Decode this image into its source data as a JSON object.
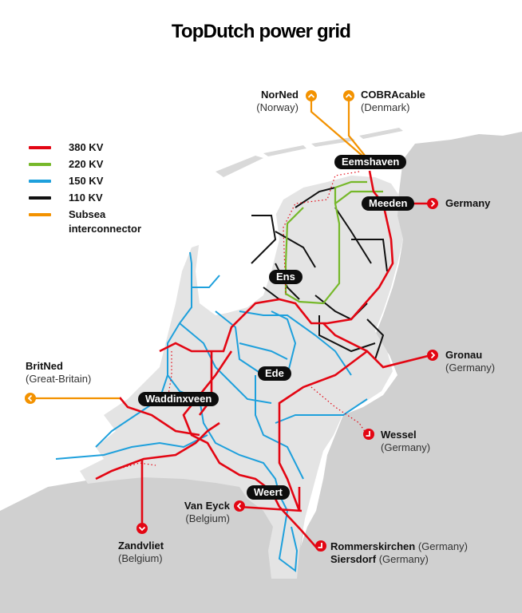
{
  "title": "TopDutch power grid",
  "legend": [
    {
      "label": "380 KV",
      "color": "#e30613"
    },
    {
      "label": "220 KV",
      "color": "#76b82a"
    },
    {
      "label": "150 KV",
      "color": "#1ea0dc"
    },
    {
      "label": "110 KV",
      "color": "#111111"
    },
    {
      "label": "Subsea interconnector",
      "color": "#f39200"
    }
  ],
  "colors": {
    "kv380": "#e30613",
    "kv220": "#76b82a",
    "kv150": "#1ea0dc",
    "kv110": "#111111",
    "subsea": "#f39200",
    "land_nl": "#e4e4e4",
    "land_neighbors": "#d0d0d0",
    "sea": "#ffffff",
    "pill_bg": "#0d0d0d"
  },
  "stations": {
    "eemshaven": "Eemshaven",
    "meeden": "Meeden",
    "ens": "Ens",
    "ede": "Ede",
    "waddinxveen": "Waddinxveen",
    "weert": "Weert"
  },
  "connections": {
    "norned": {
      "name": "NorNed",
      "country": "(Norway)",
      "type": "subsea",
      "icon": "chevron-up-icon"
    },
    "cobracable": {
      "name": "COBRAcable",
      "country": "(Denmark)",
      "type": "subsea",
      "icon": "chevron-up-icon"
    },
    "meeden_germany": {
      "name": "Germany",
      "country": "",
      "type": "380kv",
      "icon": "chevron-right-icon"
    },
    "gronau": {
      "name": "Gronau",
      "country": "(Germany)",
      "type": "380kv",
      "icon": "chevron-right-icon"
    },
    "britned": {
      "name": "BritNed",
      "country": "(Great-Britain)",
      "type": "subsea",
      "icon": "chevron-left-icon"
    },
    "wessel": {
      "name": "Wessel",
      "country": "(Germany)",
      "type": "380kv",
      "icon": "corner-arrow-icon"
    },
    "van_eyck": {
      "name": "Van Eyck",
      "country": "(Belgium)",
      "type": "380kv",
      "icon": "chevron-left-icon"
    },
    "zandvliet": {
      "name": "Zandvliet",
      "country": "(Belgium)",
      "type": "380kv",
      "icon": "chevron-down-icon"
    },
    "rommerskirchen": {
      "name": "Rommerskirchen",
      "country": "(Germany)",
      "type": "380kv",
      "icon": "corner-arrow-icon"
    },
    "siersdorf": {
      "name": "Siersdorf",
      "country": "(Germany)",
      "type": "380kv"
    }
  }
}
